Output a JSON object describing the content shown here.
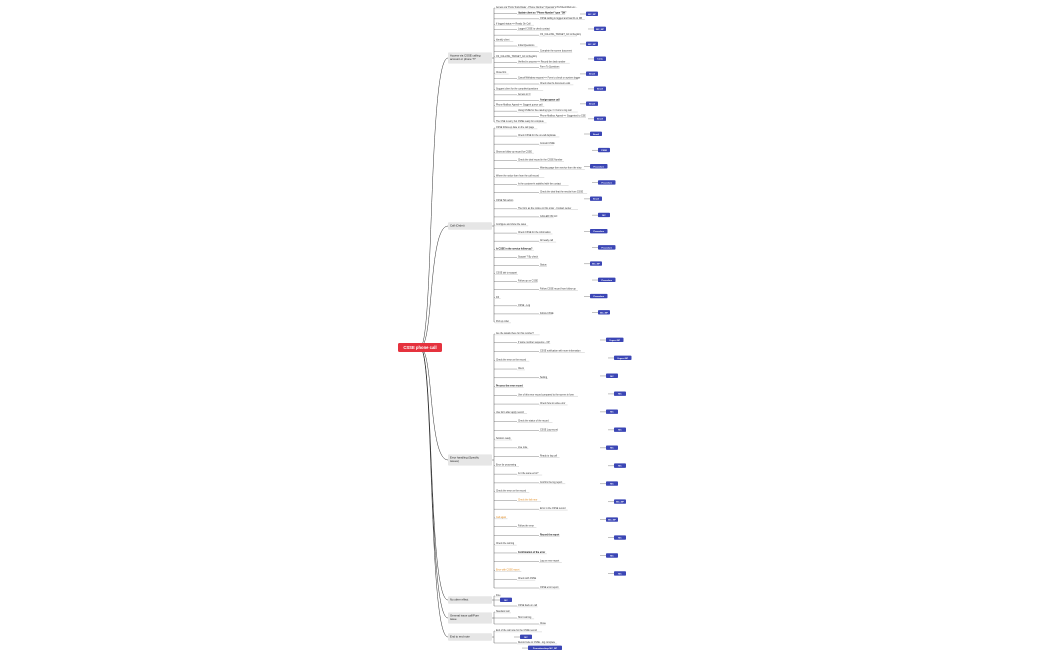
{
  "colors": {
    "root_bg": "#e5323e",
    "branch_bg": "#e6e6e6",
    "tag_bg": "#3b46b5",
    "line": "#333333",
    "orange": "#e08a1e"
  },
  "root": {
    "label": "CSSE phone call"
  },
  "branches": [
    {
      "id": "b1",
      "label": "Access via CSSE calling account or phone ??",
      "tags": [
        "MC_NP",
        "MC_NP",
        "MC_NP",
        "Cmty",
        "Email",
        "Email",
        "Email",
        "Email"
      ],
      "items": [
        {
          "text": "Access via \"Ports Tools Dialer - Phone Number\" Operator's PC/Client/Web etc...",
          "style": "normal"
        },
        {
          "text": "Update client as \"Phone Number\" type \"OK\"",
          "style": "bold"
        },
        {
          "text": "CSSE calling is logged and has ID on DB",
          "style": "normal"
        },
        {
          "text": "If logged status => Ready On Call",
          "style": "normal"
        },
        {
          "text": "Logged CSSE to check contact",
          "style": "normal"
        },
        {
          "text": "CS_CALLING_TARGET_GC to Registry",
          "style": "normal"
        },
        {
          "text": "Identify client",
          "style": "normal"
        },
        {
          "text": "Initial Questions",
          "style": "normal"
        },
        {
          "text": "Complete the screen document",
          "style": "normal"
        },
        {
          "text": "CS_CALLING_TARGET_GC to Registry",
          "style": "normal"
        },
        {
          "text": "Verified in process => Record the deal number",
          "style": "normal"
        },
        {
          "text": "Form To Questions",
          "style": "normal"
        },
        {
          "text": "Close first",
          "style": "normal"
        },
        {
          "text": "Cancel/Withdraw request => Form to check on system logger",
          "style": "normal"
        },
        {
          "text": "Check client's document exist",
          "style": "normal"
        },
        {
          "text": "Suggest client for the complete/questions",
          "style": "normal"
        },
        {
          "text": "Access to O",
          "style": "normal"
        },
        {
          "text": "Assign queue call",
          "style": "bold"
        },
        {
          "text": "Phone Mailbox Appeal => Suggest queue call",
          "style": "normal"
        },
        {
          "text": "Using CSSE for the catering type => Form to log call",
          "style": "normal"
        },
        {
          "text": "Phone Mailbox Appeal => Suggested to CSE",
          "style": "normal"
        },
        {
          "text": "The CSE is sorry but CSSE ready for complete",
          "style": "normal"
        }
      ]
    },
    {
      "id": "b2",
      "label": "Call (Order)",
      "tags": [
        "Email",
        "CSSE",
        "Procedure",
        "Procedure",
        "Email",
        "MC",
        "Procedure",
        "Procedure",
        "MC_NP",
        "Procedure",
        "Procedure",
        "MC_NP"
      ],
      "items": [
        {
          "text": "CSSE follow-up date on the call page",
          "style": "normal"
        },
        {
          "text": "Check CSSE for the on-call duplicate",
          "style": "normal"
        },
        {
          "text": "Consult CSSE",
          "style": "normal"
        },
        {
          "text": "Show as follow up record for CSSE",
          "style": "normal"
        },
        {
          "text": "Check the deal record in the CSSE Number",
          "style": "normal"
        },
        {
          "text": "Warning page form service from the step",
          "style": "normal"
        },
        {
          "text": "Where the notice form from the call record",
          "style": "normal"
        },
        {
          "text": "Is the customer's satisfied with the contact",
          "style": "normal"
        },
        {
          "text": "Check the deal that the results from CSSE",
          "style": "normal"
        },
        {
          "text": "CSSE Tab action",
          "style": "normal"
        },
        {
          "text": "The form as the notice on this order - Contact center",
          "style": "normal"
        },
        {
          "text": "CALLER ON GO",
          "style": "normal"
        },
        {
          "text": "Configure and show the rates",
          "style": "normal"
        },
        {
          "text": "Check CSSE for the information",
          "style": "normal"
        },
        {
          "text": "All ready call",
          "style": "normal"
        },
        {
          "text": "Is CSSE in the service follow-up?",
          "style": "bold"
        },
        {
          "text": "Support ? By check",
          "style": "normal"
        },
        {
          "text": "Status",
          "style": "normal"
        },
        {
          "text": "CSSE tab to support",
          "style": "normal"
        },
        {
          "text": "Follow up on CSSE",
          "style": "normal"
        },
        {
          "text": "Follow CSSE record from follow-up",
          "style": "normal"
        },
        {
          "text": "Fill",
          "style": "normal"
        },
        {
          "text": "CSSE - Log",
          "style": "normal"
        },
        {
          "text": "Follow CSSE",
          "style": "normal"
        },
        {
          "text": "Pull up order",
          "style": "normal"
        }
      ]
    },
    {
      "id": "b3",
      "label": "Error handling (Specific issues)",
      "tags": [
        "Urgent NP",
        "Urgent NP",
        "MC",
        "MC",
        "MC",
        "MC",
        "MC",
        "MC",
        "MC",
        "MC_NP",
        "MC_NP",
        "MC",
        "MC",
        "MC"
      ],
      "items": [
        {
          "text": "Are the details there for this number?",
          "style": "normal"
        },
        {
          "text": "If same number sequence - NP",
          "style": "normal"
        },
        {
          "text": "CSSE notification with more information",
          "style": "normal"
        },
        {
          "text": "Check the error on the record",
          "style": "normal"
        },
        {
          "text": "Client",
          "style": "normal"
        },
        {
          "text": "Setting",
          "style": "normal"
        },
        {
          "text": "Process the error record",
          "style": "bold"
        },
        {
          "text": "Use of this error record compared to the screen in form",
          "style": "normal"
        },
        {
          "text": "Check how to solve error",
          "style": "normal"
        },
        {
          "text": "Use form after apply record",
          "style": "normal"
        },
        {
          "text": "Check the status of the record",
          "style": "normal"
        },
        {
          "text": "CSSE Log record",
          "style": "normal"
        },
        {
          "text": "Solution ready",
          "style": "normal"
        },
        {
          "text": "Live note",
          "style": "normal"
        },
        {
          "text": "Ready to log call",
          "style": "normal"
        },
        {
          "text": "Error for processing",
          "style": "normal"
        },
        {
          "text": "Is it the same error?",
          "style": "normal"
        },
        {
          "text": "Confirm the log report",
          "style": "normal"
        },
        {
          "text": "Check the error on the record",
          "style": "normal"
        },
        {
          "text": "Check the fail error",
          "style": "orange"
        },
        {
          "text": "Error in the CSSE record",
          "style": "normal"
        },
        {
          "text": "Call again",
          "style": "orange"
        },
        {
          "text": "Follow the error",
          "style": "normal"
        },
        {
          "text": "Record the report",
          "style": "bold"
        },
        {
          "text": "Check the call log",
          "style": "normal"
        },
        {
          "text": "Confirmation of the error",
          "style": "bold"
        },
        {
          "text": "Log on error report",
          "style": "normal"
        },
        {
          "text": "Error with CSSE report",
          "style": "orange"
        },
        {
          "text": "Check with CSSE",
          "style": "normal"
        },
        {
          "text": "CSSE error report",
          "style": "normal"
        }
      ]
    },
    {
      "id": "b4",
      "label": "No other effect",
      "tags": [
        "MC"
      ],
      "items": [
        {
          "text": "Fine",
          "style": "normal"
        },
        {
          "text": "CSSE back on call",
          "style": "normal"
        }
      ]
    },
    {
      "id": "b5",
      "label": "General issue call/Pure issue",
      "tags": [],
      "items": [
        {
          "text": "Standard call",
          "style": "normal"
        },
        {
          "text": "Short call log",
          "style": "normal"
        },
        {
          "text": "Close",
          "style": "normal"
        }
      ]
    },
    {
      "id": "b6",
      "label": "End to end note",
      "tags": [
        "MC",
        "Procedure/step MC_NP"
      ],
      "items": [
        {
          "text": "End of the call note for the CSSE record",
          "style": "normal"
        },
        {
          "text": "Record note to CSSE - log complete",
          "style": "normal"
        }
      ]
    }
  ]
}
